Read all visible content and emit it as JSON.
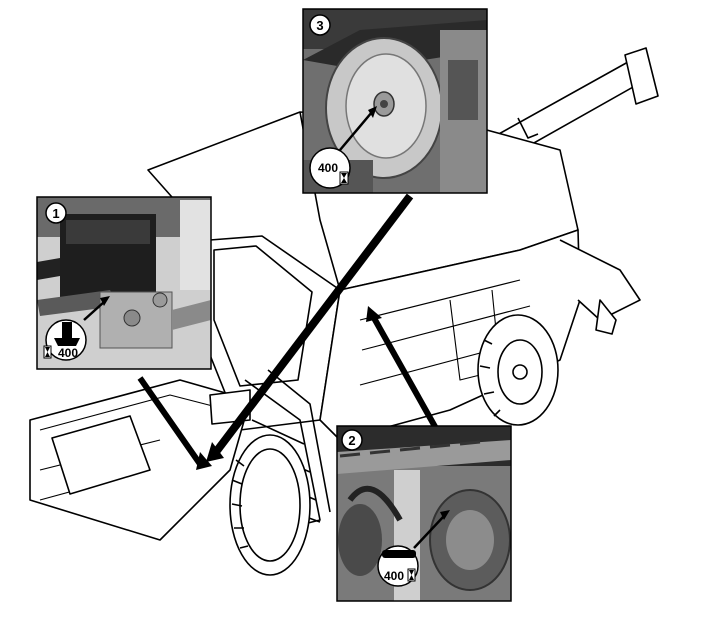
{
  "diagram": {
    "callouts": [
      {
        "number": "1",
        "interval": "400"
      },
      {
        "number": "2",
        "interval": "400"
      },
      {
        "number": "3",
        "interval": "400"
      }
    ]
  },
  "colors": {
    "ink": "#000000",
    "machine_fill": "#ffffff",
    "photo_dark": "#3a3a3a",
    "photo_mid": "#8a8a8a",
    "photo_light": "#d0d0d0"
  },
  "icons": [
    "grease-gun-icon",
    "hourglass-icon",
    "chain-oil-icon"
  ]
}
